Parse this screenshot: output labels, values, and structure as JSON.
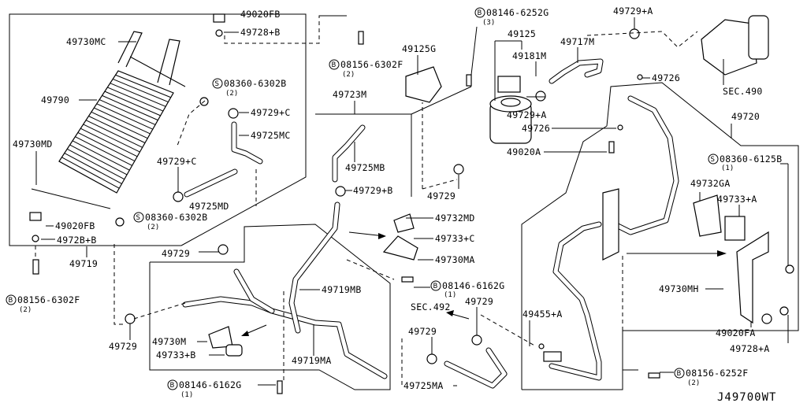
{
  "diagram_code": "J49700WT",
  "labels": {
    "l01": {
      "text": "49020FB"
    },
    "l02": {
      "text": "49728+B"
    },
    "l03": {
      "text": "49730MC"
    },
    "l04": {
      "prefix": "S",
      "text": "08360-6302B",
      "qty": "(2)"
    },
    "l05": {
      "text": "49790"
    },
    "l06": {
      "text": "49729+C"
    },
    "l07": {
      "text": "49725MC"
    },
    "l08": {
      "text": "49730MD"
    },
    "l09": {
      "text": "49729+C"
    },
    "l10": {
      "text": "49725MD"
    },
    "l11": {
      "prefix": "S",
      "text": "08360-6302B",
      "qty": "(2)"
    },
    "l12": {
      "text": "49020FB"
    },
    "l13": {
      "text": "4972B+B"
    },
    "l14": {
      "text": "49719"
    },
    "l15": {
      "prefix": "B",
      "text": "08156-6302F",
      "qty": "(2)"
    },
    "l16": {
      "text": "49729"
    },
    "l17": {
      "text": "49729"
    },
    "l18": {
      "text": "49730M"
    },
    "l19": {
      "text": "49733+B"
    },
    "l20": {
      "text": "49719MB"
    },
    "l21": {
      "text": "49719MA"
    },
    "l22": {
      "prefix": "B",
      "text": "08146-6162G",
      "qty": "(1)"
    },
    "l23": {
      "prefix": "B",
      "text": "08156-6302F",
      "qty": "(2)"
    },
    "l24": {
      "text": "49723M"
    },
    "l25": {
      "text": "49725MB"
    },
    "l26": {
      "text": "49729+B"
    },
    "l27": {
      "text": "49732MD"
    },
    "l28": {
      "text": "49733+C"
    },
    "l29": {
      "text": "49730MA"
    },
    "l30": {
      "prefix": "B",
      "text": "08146-6162G",
      "qty": "(1)"
    },
    "l31": {
      "text": "SEC.492"
    },
    "l32": {
      "text": "49729"
    },
    "l33": {
      "text": "49729"
    },
    "l34": {
      "text": "49725MA"
    },
    "l35": {
      "text": "49455+A"
    },
    "l36": {
      "text": "49125G"
    },
    "l37": {
      "prefix": "B",
      "text": "08146-6252G",
      "qty": "(3)"
    },
    "l38": {
      "text": "49125"
    },
    "l39": {
      "text": "49181M"
    },
    "l40": {
      "text": "49717M"
    },
    "l41": {
      "text": "49729+A"
    },
    "l42": {
      "text": "49726"
    },
    "l43": {
      "text": "SEC.490"
    },
    "l44": {
      "text": "49729+A"
    },
    "l45": {
      "text": "49726"
    },
    "l46": {
      "text": "49020A"
    },
    "l47": {
      "text": "49729"
    },
    "l48": {
      "text": "49720"
    },
    "l49": {
      "prefix": "S",
      "text": "08360-6125B",
      "qty": "(1)"
    },
    "l50": {
      "text": "49732GA"
    },
    "l51": {
      "text": "49733+A"
    },
    "l52": {
      "text": "49730MH"
    },
    "l53": {
      "text": "49020FA"
    },
    "l54": {
      "text": "49728+A"
    },
    "l55": {
      "prefix": "B",
      "text": "08156-6252F",
      "qty": "(2)"
    }
  }
}
